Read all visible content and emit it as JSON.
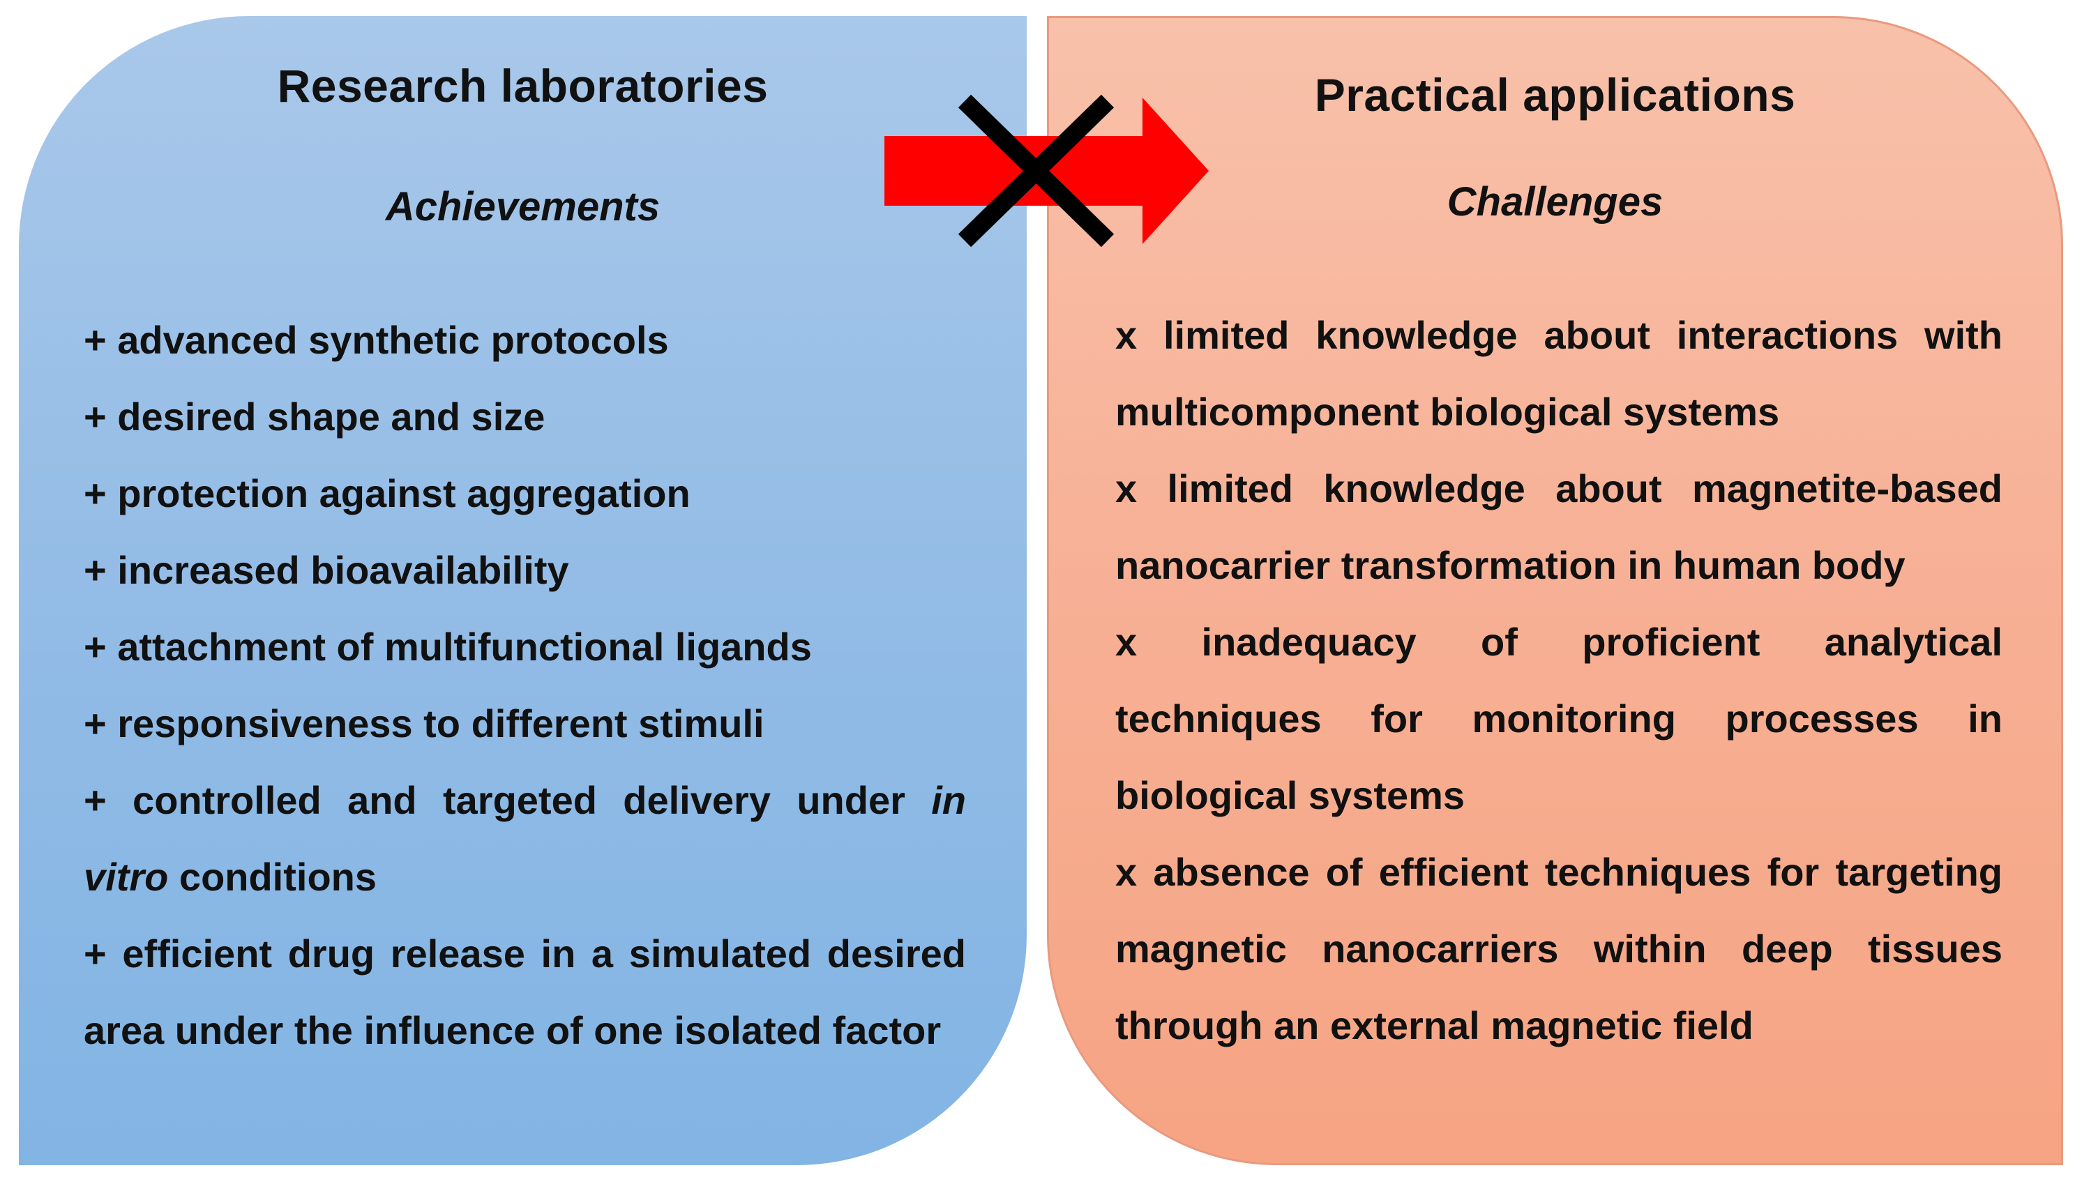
{
  "left_panel": {
    "title": "Research laboratories",
    "subtitle": "Achievements",
    "items": [
      {
        "text": "+ advanced synthetic protocols"
      },
      {
        "text": "+ desired shape and size"
      },
      {
        "text": "+ protection against aggregation"
      },
      {
        "text": "+ increased bioavailability"
      },
      {
        "text": "+ attachment of multifunctional ligands"
      },
      {
        "text": "+ responsiveness to different stimuli"
      },
      {
        "text": "+ controlled and targeted delivery under ",
        "italic_tail": "in",
        "italic_head": "vitro",
        "rest": " conditions"
      },
      {
        "text": "+ efficient drug release in a simulated desired area under the influence of one isolated factor"
      }
    ],
    "color_top": "#a9c8ea",
    "color_bottom": "#82b4e4"
  },
  "right_panel": {
    "title": "Practical applications",
    "subtitle": "Challenges",
    "items": [
      {
        "text": "x limited knowledge about interactions with multicomponent biological systems"
      },
      {
        "text": "x limited knowledge about magnetite-based nanocarrier transformation in human body"
      },
      {
        "text": "x inadequacy of proficient analytical techniques for monitoring processes in biological systems"
      },
      {
        "text": "x absence of efficient techniques for targeting magnetic nanocarriers within deep tissues through an external magnetic field"
      }
    ],
    "color_top": "#f8c1aa",
    "color_bottom": "#f6a483"
  },
  "connector": {
    "arrow_icon": "right-arrow-icon",
    "cross_icon": "cross-icon",
    "arrow_color": "#ff0000",
    "cross_color": "#000000"
  }
}
